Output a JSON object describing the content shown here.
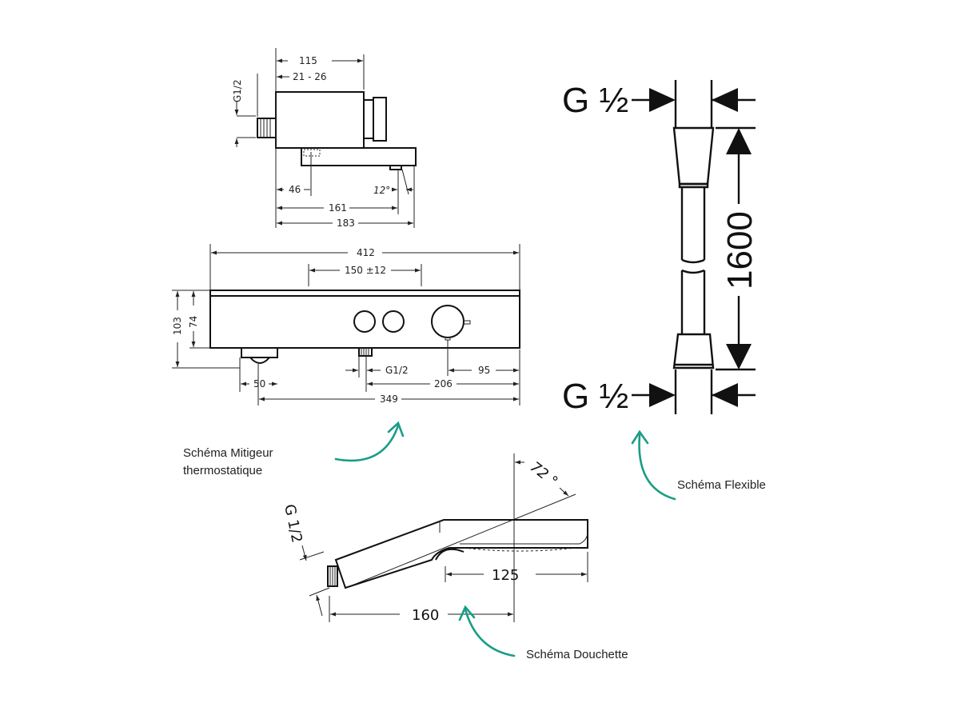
{
  "mixer": {
    "top_view": {
      "dim_115": "115",
      "dim_21_26": "21 - 26",
      "dim_g12": "G1/2",
      "dim_46": "46",
      "dim_12deg": "12°",
      "dim_161": "161",
      "dim_183": "183"
    },
    "front_view": {
      "dim_412": "412",
      "dim_150": "150 ±12",
      "dim_103": "103",
      "dim_74": "74",
      "dim_g12": "G1/2",
      "dim_95": "95",
      "dim_50": "50",
      "dim_206": "206",
      "dim_349": "349"
    },
    "caption_line1": "Schéma Mitigeur",
    "caption_line2": "thermostatique"
  },
  "hose": {
    "thread_top": "G ½",
    "thread_bottom": "G ½",
    "length": "1600",
    "caption": "Schéma Flexible"
  },
  "handshower": {
    "angle": "72 °",
    "dim_g12": "G 1/2",
    "dim_125": "125",
    "dim_160": "160",
    "caption": "Schéma Douchette"
  },
  "colors": {
    "accent": "#1a9d86",
    "line": "#222222"
  }
}
